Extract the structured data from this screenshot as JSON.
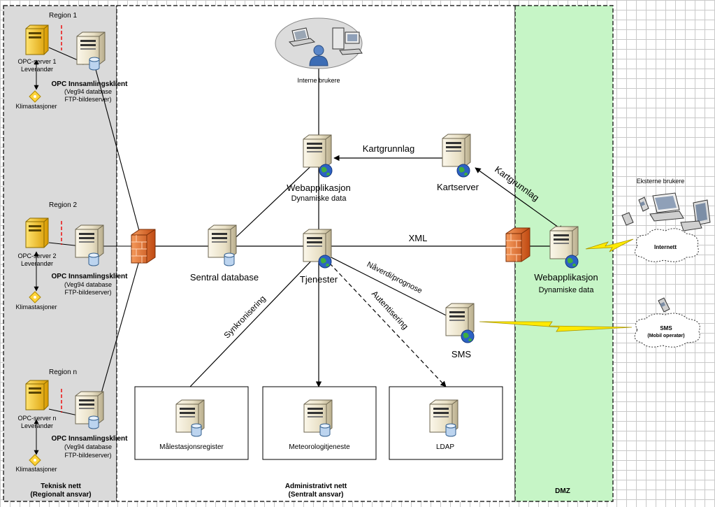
{
  "zones": {
    "technical": {
      "title": "Teknisk nett",
      "subtitle": "(Regionalt ansvar)"
    },
    "admin": {
      "title": "Administrativt nett",
      "subtitle": "(Sentralt ansvar)"
    },
    "dmz": {
      "title": "DMZ"
    }
  },
  "regions": [
    {
      "title": "Region 1",
      "opc_label_1": "OPC-server 1",
      "opc_label_2": "Leverandør",
      "client_title": "OPC Innsamlingsklient",
      "client_sub_1": "(Veg94 database",
      "client_sub_2": "FTP-bildeserver)",
      "climate": "Klimastasjoner"
    },
    {
      "title": "Region 2",
      "opc_label_1": "OPC-server 2",
      "opc_label_2": "Leverandør",
      "client_title": "OPC Innsamlingsklient",
      "client_sub_1": "(Veg94 database",
      "client_sub_2": "FTP-bildeserver)",
      "climate": "Klimastasjoner"
    },
    {
      "title": "Region n",
      "opc_label_1": "OPC-server n",
      "opc_label_2": "Leverandør",
      "client_title": "OPC Innsamlingsklient",
      "client_sub_1": "(Veg94 database",
      "client_sub_2": "FTP-bildeserver)",
      "climate": "Klimastasjoner"
    }
  ],
  "nodes": {
    "internal_users": "Interne brukere",
    "webapp_internal_title": "Webapplikasjon",
    "webapp_internal_sub": "Dynamiske data",
    "kartserver": "Kartserver",
    "sentral_database": "Sentral database",
    "tjenester": "Tjenester",
    "sms_server": "SMS",
    "webapp_dmz_title": "Webapplikasjon",
    "webapp_dmz_sub": "Dynamiske data",
    "malestasjon": "Målestasjonsregister",
    "meteorologi": "Meteorologitjeneste",
    "ldap": "LDAP",
    "external_users": "Eksterne brukere",
    "internett": "Internett",
    "sms_cloud_1": "SMS",
    "sms_cloud_2": "(Mobil operatør)"
  },
  "edges": {
    "kartgrunnlag_1": "Kartgrunnlag",
    "kartgrunnlag_2": "Kartgrunnlag",
    "xml": "XML",
    "naverdi": "Nåverdi/prognose",
    "autentisering": "Autentisering",
    "synkronisering": "Synkronisering"
  },
  "colors": {
    "technical_zone": "#dadada",
    "dmz_zone": "#c6f5c6",
    "firewall": "#e0682a",
    "opc_server": "#f2c01c",
    "lightning": "#ffea00"
  }
}
